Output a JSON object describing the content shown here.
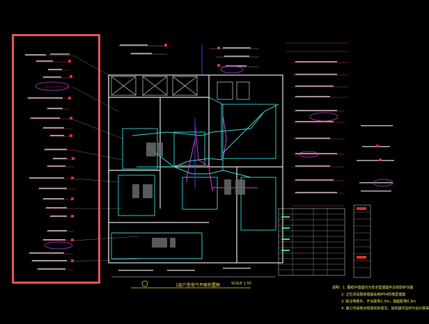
{
  "drawing": {
    "title": "1层户型电气平面布置图",
    "scale": "SCALE 1:50",
    "notes": [
      "说明：1. 图纸中插座均为安全型插座并具有防护功能",
      "2. 卫生间及厨房插座采用IP54防溅型插座",
      "3. 除注明者外，开关距地1.3m，插座距地0.3m",
      "4. 施工时请核对现场实际情况，如有疑问及时与设计联系"
    ]
  },
  "selection": {
    "color": "#e8575a"
  },
  "colors": {
    "background": "#000000",
    "wall": "#ffffff",
    "cyan": "#38e0e0",
    "magenta": "#e040e0",
    "yellow": "#f6e24a",
    "red": "#e83030",
    "green": "#40e070",
    "blue": "#3050ff"
  }
}
